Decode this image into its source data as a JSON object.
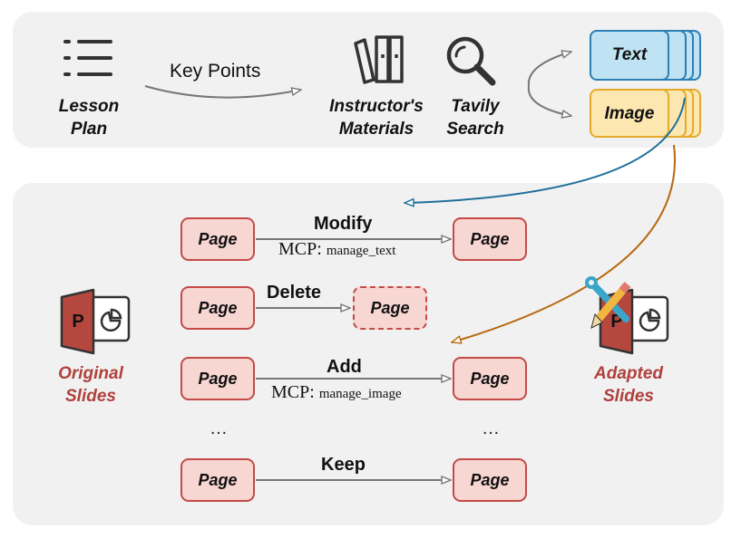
{
  "top": {
    "lesson_plan": [
      "Lesson",
      "Plan"
    ],
    "key_points": "Key Points",
    "instructors_materials": [
      "Instructor's",
      "Materials"
    ],
    "tavily_search": [
      "Tavily",
      "Search"
    ],
    "text_card": "Text",
    "image_card": "Image",
    "icons": [
      "list-icon",
      "books-icon",
      "search-icon"
    ]
  },
  "bottom": {
    "original_slides": [
      "Original",
      "Slides"
    ],
    "adapted_slides": [
      "Adapted",
      "Slides"
    ],
    "page_label": "Page",
    "ellipsis": "…",
    "operations": [
      {
        "name": "Modify",
        "tool_prefix": "MCP:",
        "tool": "manage_text"
      },
      {
        "name": "Delete"
      },
      {
        "name": "Add",
        "tool_prefix": "MCP:",
        "tool": "manage_image"
      },
      {
        "name": "Keep"
      }
    ]
  },
  "colors": {
    "panel": "#f1f1f1",
    "page_fill": "#f8d6d2",
    "page_border": "#c44a46",
    "text_card_fill": "#bfe3f3",
    "text_card_border": "#2b7fb5",
    "image_card_fill": "#fde7b1",
    "image_card_border": "#e5a92a",
    "blue_arrow": "#1f6f9a",
    "orange_arrow": "#b8690f",
    "slides_label": "#b0403c"
  }
}
